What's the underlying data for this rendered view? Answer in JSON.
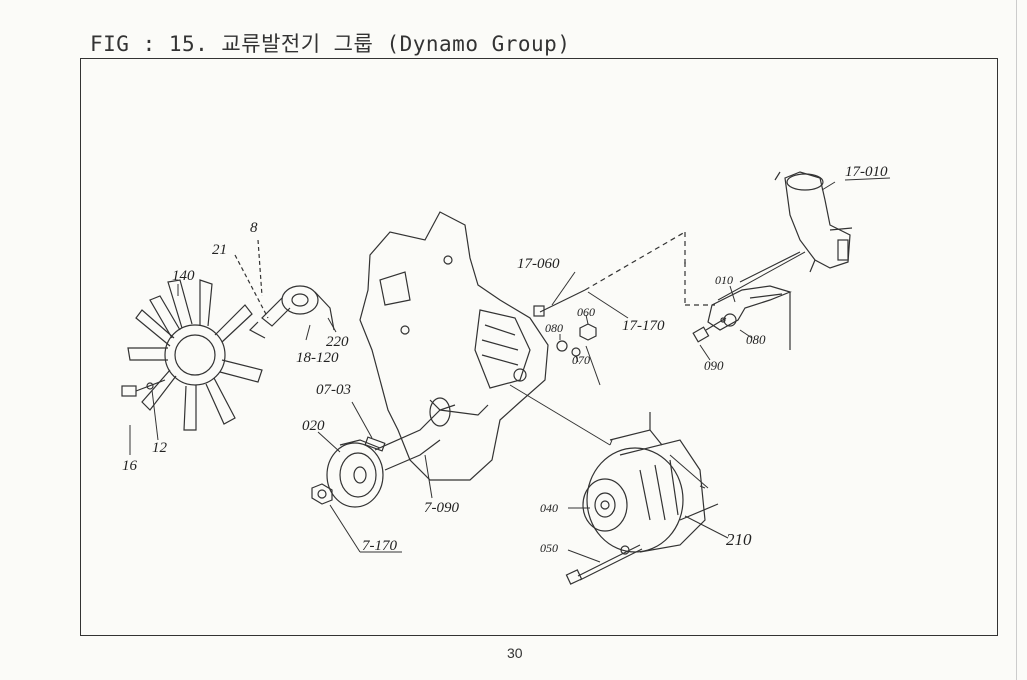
{
  "title": "FIG : 15. 교류발전기 그룹 (Dynamo Group)",
  "page_number": "30",
  "part_labels": {
    "p140": "140",
    "p21": "21",
    "p8": "8",
    "p220": "220",
    "p18_120": "18-120",
    "p07_03": "07-03",
    "p020": "020",
    "p16": "16",
    "p12": "12",
    "p7_090": "7-090",
    "p7_170": "7-170",
    "p17_060": "17-060",
    "p060": "060",
    "p080a": "080",
    "p070": "070",
    "p17_170": "17-170",
    "p17_010": "17-010",
    "p010": "010",
    "p080b": "080",
    "p090": "090",
    "p040": "040",
    "p050": "050",
    "p210": "210"
  }
}
